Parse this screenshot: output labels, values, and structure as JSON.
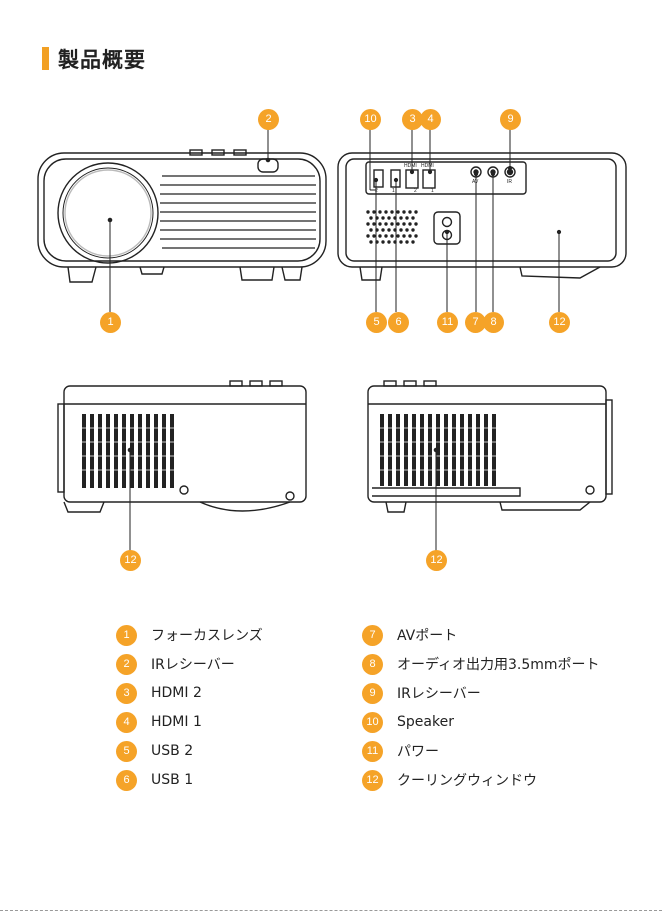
{
  "title": "製品概要",
  "port_labels": {
    "hdmi2": "HDMI",
    "hdmi1": "HDMI",
    "hdmi2_num": "2",
    "hdmi1_num": "1",
    "usb2_num": "2",
    "usb1_num": "1",
    "av": "AV",
    "ir": "IR"
  },
  "callouts": {
    "front_top": "2",
    "front_bottom": "1",
    "back_top": [
      "10",
      "3",
      "4",
      "9"
    ],
    "back_bottom": [
      "5",
      "6",
      "11",
      "7",
      "8",
      "12"
    ],
    "left_side": "12",
    "right_side": "12"
  },
  "legend": [
    {
      "num": "1",
      "label": "フォーカスレンズ"
    },
    {
      "num": "2",
      "label": "IRレシーバー"
    },
    {
      "num": "3",
      "label": "HDMI 2"
    },
    {
      "num": "4",
      "label": "HDMI 1"
    },
    {
      "num": "5",
      "label": "USB 2"
    },
    {
      "num": "6",
      "label": "USB 1"
    },
    {
      "num": "7",
      "label": "AVポート"
    },
    {
      "num": "8",
      "label": "オーディオ出力用3.5mmポート"
    },
    {
      "num": "9",
      "label": "IRレシーバー"
    },
    {
      "num": "10",
      "label": "Speaker"
    },
    {
      "num": "11",
      "label": "パワー"
    },
    {
      "num": "12",
      "label": "クーリングウィンドウ"
    }
  ],
  "colors": {
    "accent": "#f5a328",
    "title_bar": "#f2a024",
    "line": "#222222"
  }
}
